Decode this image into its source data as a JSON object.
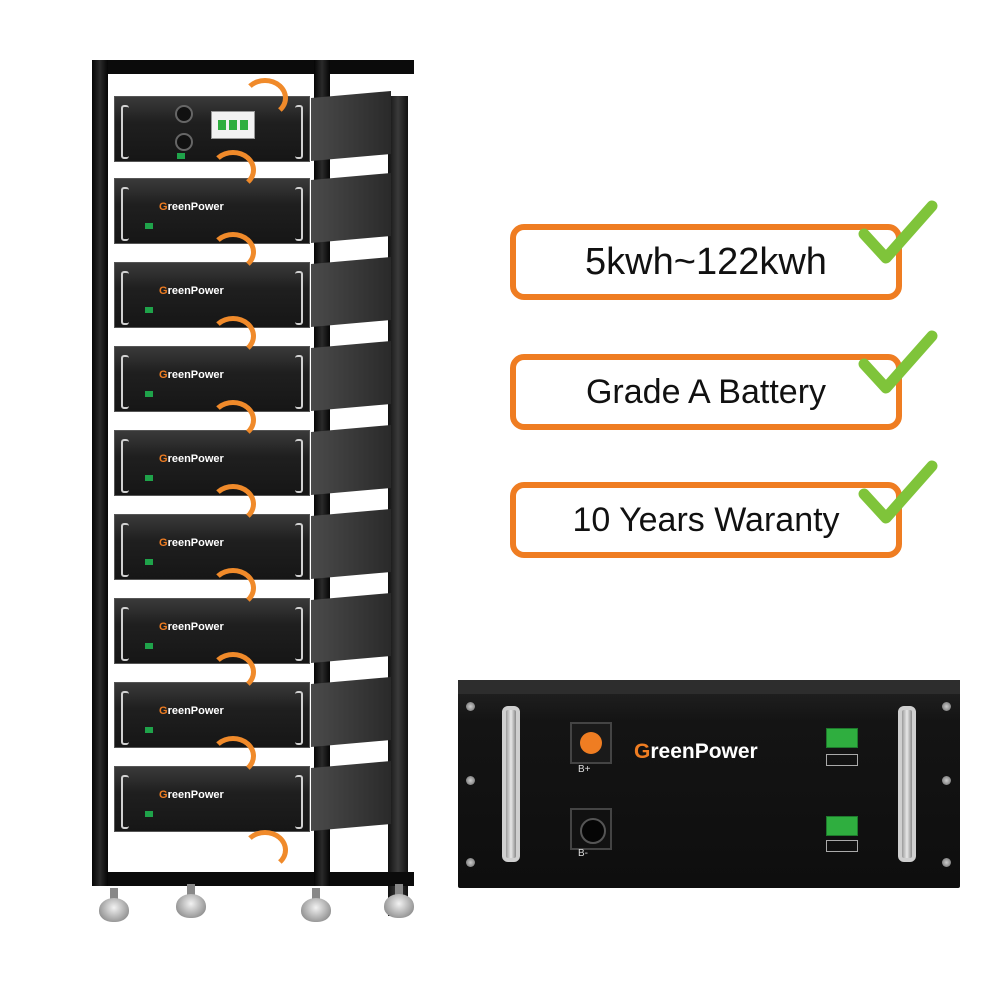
{
  "brand": {
    "prefix": "G",
    "rest": "reenPower"
  },
  "features": [
    {
      "text": "5kwh~122kwh"
    },
    {
      "text": "Grade A Battery"
    },
    {
      "text": "10 Years Waranty"
    }
  ],
  "battery": {
    "pos_label": "B+",
    "neg_label": "B-"
  },
  "colors": {
    "accent": "#ef7d22",
    "check": "#7fc43a",
    "terminal": "#2fae3f"
  },
  "icons": {
    "check": "check-icon"
  },
  "rack": {
    "module_count": 9
  }
}
